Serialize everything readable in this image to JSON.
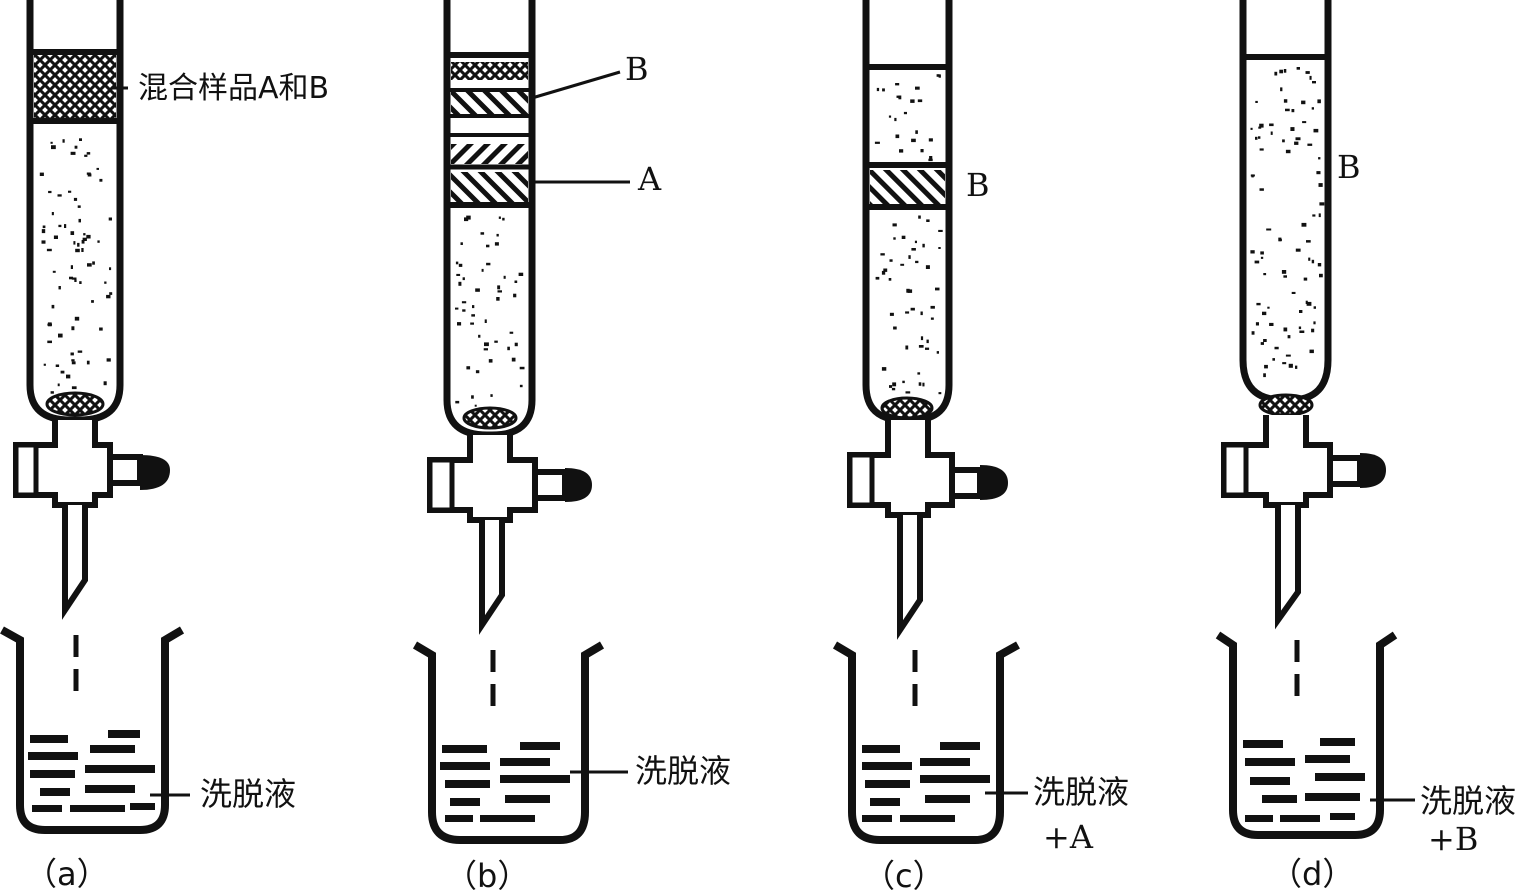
{
  "colors": {
    "ink": "#111111",
    "background": "#ffffff"
  },
  "panels": [
    {
      "id": "a",
      "caption": "（a）",
      "column_labels": [
        {
          "text": "混合样品A和B"
        }
      ],
      "beaker_label": "洗脱液",
      "beaker_sublabel": ""
    },
    {
      "id": "b",
      "caption": "（b）",
      "column_labels": [
        {
          "text": "B"
        },
        {
          "text": "A"
        }
      ],
      "beaker_label": "洗脱液",
      "beaker_sublabel": ""
    },
    {
      "id": "c",
      "caption": "（c）",
      "column_labels": [
        {
          "text": "B"
        }
      ],
      "beaker_label": "洗脱液",
      "beaker_sublabel": "+A"
    },
    {
      "id": "d",
      "caption": "（d）",
      "column_labels": [
        {
          "text": "B"
        }
      ],
      "beaker_label": "洗脱液",
      "beaker_sublabel": "+B"
    }
  ]
}
